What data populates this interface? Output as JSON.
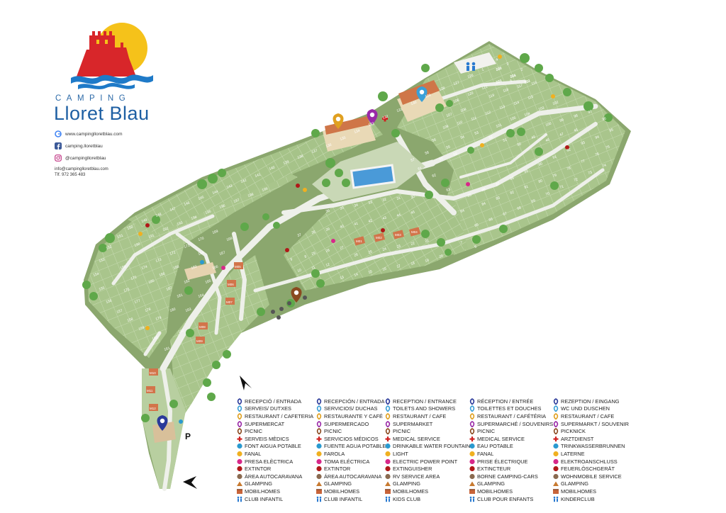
{
  "brand": {
    "camping_word": "CAMPING",
    "name": "Lloret Blau"
  },
  "contact": {
    "website": "www.campinglloretblau.com",
    "facebook": "camping.lloretblau",
    "instagram": "@campinglloretblau",
    "email": "info@campinglloretblau.com",
    "phone": "Tlf. 972 365 483"
  },
  "map": {
    "parking_label": "P",
    "pitch_numbers": [
      "125",
      "124",
      "123",
      "122",
      "121",
      "120",
      "119",
      "118",
      "117",
      "116",
      "115",
      "114",
      "113",
      "112",
      "111",
      "110",
      "109",
      "108",
      "107",
      "106",
      "105",
      "104",
      "103",
      "102",
      "101",
      "100",
      "99",
      "98",
      "97",
      "96",
      "95",
      "94",
      "93",
      "92",
      "91",
      "90",
      "89",
      "88",
      "87",
      "86",
      "85",
      "84",
      "83",
      "82",
      "81",
      "80",
      "79",
      "78",
      "77",
      "76",
      "75",
      "74",
      "73",
      "72",
      "71",
      "70",
      "69",
      "68",
      "67",
      "66",
      "65",
      "64",
      "63",
      "62",
      "61",
      "60",
      "59",
      "58",
      "57",
      "56",
      "55",
      "54",
      "53",
      "52",
      "51",
      "50",
      "49",
      "48",
      "47",
      "46",
      "45",
      "44",
      "43",
      "42",
      "41",
      "40",
      "39",
      "38",
      "37",
      "36",
      "35",
      "34",
      "33",
      "32",
      "31",
      "30",
      "29",
      "28",
      "27",
      "26",
      "25",
      "24",
      "23",
      "22",
      "21",
      "20",
      "19",
      "18",
      "17",
      "16",
      "15",
      "14",
      "13",
      "12",
      "11",
      "10",
      "9",
      "8",
      "7",
      "6",
      "5",
      "4",
      "3",
      "2",
      "1",
      "126",
      "127",
      "128",
      "129",
      "130",
      "131",
      "132",
      "133",
      "134",
      "135",
      "136",
      "137",
      "138",
      "139",
      "140",
      "141",
      "142",
      "143",
      "144",
      "145",
      "146",
      "147",
      "148",
      "149",
      "150",
      "151",
      "152",
      "153",
      "154",
      "155",
      "156",
      "157",
      "158",
      "159",
      "160",
      "161",
      "162",
      "163",
      "164",
      "165",
      "166",
      "167",
      "168",
      "169",
      "170",
      "171",
      "172",
      "173",
      "174",
      "175",
      "176",
      "177",
      "178",
      "179",
      "180",
      "181",
      "182",
      "183",
      "184",
      "185",
      "186",
      "187",
      "188",
      "189",
      "190",
      "191",
      "192",
      "193",
      "194",
      "195",
      "196",
      "197",
      "198",
      "199",
      "200",
      "201",
      "202",
      "203"
    ],
    "mobilhome_labels": [
      "M01",
      "M02",
      "M03",
      "M04",
      "M05",
      "M06",
      "M07",
      "M08",
      "M09",
      "M10",
      "M11",
      "M12"
    ]
  },
  "legend": {
    "columns": [
      [
        "RECEPCIÓ / ENTRADA",
        "SERVEIS/ DUTXES",
        "RESTAURANT / CAFETERIA",
        "SUPERMERCAT",
        "PICNIC",
        "SERVEIS MÈDICS",
        "FONT AIGUA POTABLE",
        "FANAL",
        "PRESA ELÈCTRICA",
        "EXTINTOR",
        "ÀREA AUTOCARAVANA",
        "GLAMPING",
        "MOBILHOMES",
        "CLUB INFANTIL"
      ],
      [
        "RECEPCIÓN / ENTRADA",
        "SERVICIOS/ DUCHAS",
        "RESTAURANTE Y CAFÉ",
        "SUPERMERCADO",
        "PICNIC",
        "SERVICIOS MÉDICOS",
        "FUENTE AGUA POTABLE",
        "FAROLA",
        "TOMA ELÉCTRICA",
        "EXTINTOR",
        "ÁREA AUTOCARAVANA",
        "GLAMPING",
        "MOBILHOMES",
        "CLUB INFANTIL"
      ],
      [
        "RECEPTION / ENTRANCE",
        "TOILETS AND SHOWERS",
        "RESTAURANT / CAFE",
        "SUPERMARKET",
        "PICNIC",
        "MEDICAL SERVICE",
        "DRINKABLE WATER FOUNTAIN",
        "LIGHT",
        "ELECTRIC POWER POINT",
        "EXTINGUISHER",
        "RV SERVICE AREA",
        "GLAMPING",
        "MOBILHOMES",
        "KIDS CLUB"
      ],
      [
        "RÉCEPTION / ENTRÉE",
        "TOILETTES ET DOUCHES",
        "RESTAURANT / CAFÉTÉRIA",
        "SUPERMARCHÉ / SOUVENIRS",
        "PICNIC",
        "MEDICAL SERVICE",
        "EAU POTABLE",
        "FANAL",
        "PRISE ÉLECTRIQUE",
        "EXTINCTEUR",
        "BORNE CAMPING-CARS",
        "GLAMPING",
        "MOBILHOMES",
        "CLUB POUR ENFANTS"
      ],
      [
        "REZEPTION / EINGANG",
        "WC UND DUSCHEN",
        "RESTAURANT / CAFE",
        "SUPERMARKT / SOUVENIR",
        "PICKNICK",
        "ARZTDIENST",
        "TRINKWASSERBRUNNEN",
        "LATERNE",
        "ELEKTROANSCHLUSS",
        "FEUERLÖSCHGERÄT",
        "WOHNMOBILE SERVICE",
        "GLAMPING",
        "MOBILHOMES",
        "KINDERCLUB"
      ]
    ],
    "symbols": [
      {
        "icon": "pin-icon",
        "color": "#2b3a9a"
      },
      {
        "icon": "pin-icon",
        "color": "#3aa0d8"
      },
      {
        "icon": "pin-icon",
        "color": "#e0a020"
      },
      {
        "icon": "pin-icon",
        "color": "#9a2aa8"
      },
      {
        "icon": "pin-icon",
        "color": "#8a4a20"
      },
      {
        "icon": "cross-icon",
        "color": "#d02020"
      },
      {
        "icon": "dot-icon",
        "color": "#2a9ad0"
      },
      {
        "icon": "dot-icon",
        "color": "#f0b020"
      },
      {
        "icon": "dot-icon",
        "color": "#d8288a"
      },
      {
        "icon": "dot-icon",
        "color": "#b01818"
      },
      {
        "icon": "dot-icon",
        "color": "#8a6a50"
      },
      {
        "icon": "tent-icon",
        "color": "#c87a30"
      },
      {
        "icon": "house-icon",
        "color": "#c8643a"
      },
      {
        "icon": "kids-icon",
        "color": "#2a7ad0"
      }
    ]
  },
  "colors": {
    "grass": "#a8c48a",
    "grass_dark": "#8aac6c",
    "path": "#eef0ea",
    "pool": "#4a9ad8",
    "roof": "#d2744a",
    "sea": "#1e7ac8",
    "sun": "#f5c21a",
    "castle": "#d8262a"
  }
}
